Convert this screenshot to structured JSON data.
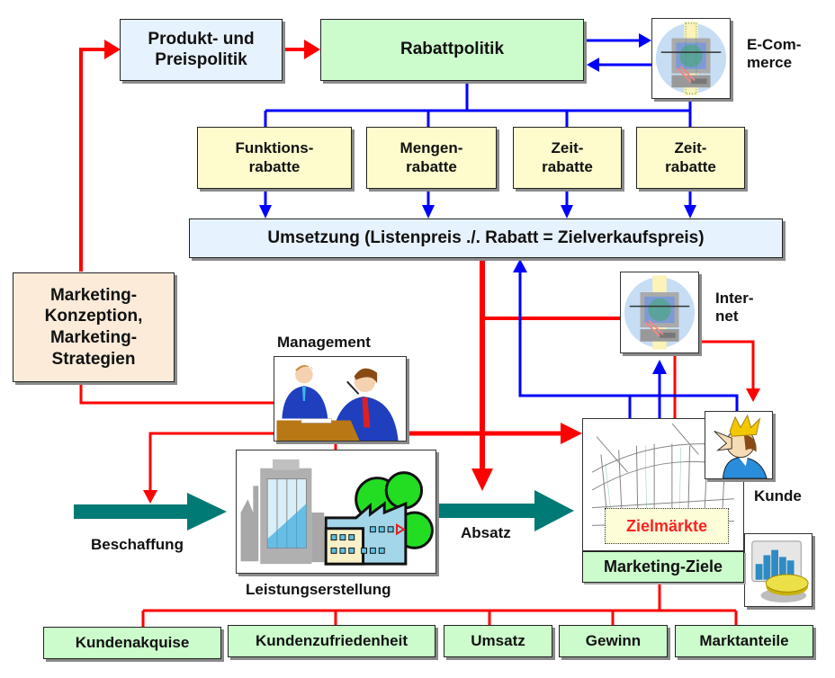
{
  "diagram": {
    "top": {
      "produkt_preispolitik": "Produkt- und\nPreispolitik",
      "rabattpolitik": "Rabattpolitik",
      "ecommerce_label": "E-Com-\nmerce"
    },
    "rabatte": [
      {
        "label": "Funktions-\nrabatte"
      },
      {
        "label": "Mengen-\nrabatte"
      },
      {
        "label": "Zeit-\nrabatte"
      },
      {
        "label": "Zeit-\nrabatte"
      }
    ],
    "umsetzung": "Umsetzung (Listenpreis ./. Rabatt = Zielverkaufspreis)",
    "marketing_konzeption": "Marketing-\nKonzeption,\nMarketing-\nStrategien",
    "internet_label": "Inter-\nnet",
    "management_label": "Management",
    "beschaffung_label": "Beschaffung",
    "leistungserstellung_label": "Leistungserstellung",
    "absatz_label": "Absatz",
    "zielmaerkte_label": "Zielmärkte",
    "kunde_label": "Kunde",
    "marketing_ziele": "Marketing-Ziele",
    "ziele": [
      {
        "label": "Kundenakquise"
      },
      {
        "label": "Kundenzufriedenheit"
      },
      {
        "label": "Umsatz"
      },
      {
        "label": "Gewinn"
      },
      {
        "label": "Marktanteile"
      }
    ],
    "icons": {
      "ecommerce": "computer-globe-icon",
      "internet": "computer-globe-icon",
      "management": "business-meeting-icon",
      "leistungserstellung": "factory-building-icon",
      "zielmaerkte": "market-hall-sketch-icon",
      "kunde": "king-customer-icon",
      "charts": "bar-pie-chart-icon"
    },
    "colors": {
      "red_flow": "#ff0000",
      "blue_flow": "#0000ff",
      "teal_flow": "#007a74",
      "zielmaerkte_text": "#ff2222"
    }
  }
}
